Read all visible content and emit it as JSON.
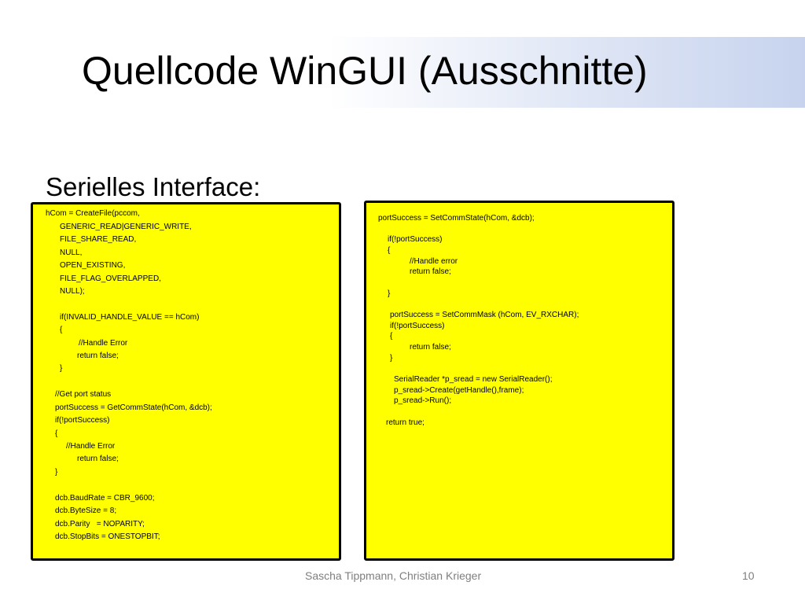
{
  "slide": {
    "title": "Quellcode WinGUI (Ausschnitte)",
    "subtitle": "Serielles Interface:",
    "footer_author": "Sascha Tippmann, Christian Krieger",
    "page_number": "10"
  },
  "code_left": [
    "hCom = CreateFile(pccom,",
    "GENERIC_READ|GENERIC_WRITE,",
    "FILE_SHARE_READ,",
    "NULL,",
    "OPEN_EXISTING,",
    "FILE_FLAG_OVERLAPPED,",
    "NULL);",
    "if(INVALID_HANDLE_VALUE == hCom)",
    "{",
    "//Handle Error",
    "return false;",
    "}",
    "//Get port status",
    "portSuccess = GetCommState(hCom, &dcb);",
    "if(!portSuccess)",
    "{",
    "//Handle Error",
    "return false;",
    "}",
    "dcb.BaudRate = CBR_9600;",
    "dcb.ByteSize = 8;",
    "dcb.Parity   = NOPARITY;",
    "dcb.StopBits = ONESTOPBIT;"
  ],
  "code_right": [
    "portSuccess = SetCommState(hCom, &dcb);",
    "if(!portSuccess)",
    "{",
    "//Handle error",
    "return false;",
    "}",
    "portSuccess = SetCommMask (hCom, EV_RXCHAR);",
    "if(!portSuccess)",
    "{",
    "return false;",
    "}",
    "SerialReader *p_sread = new SerialReader();",
    "p_sread->Create(getHandle(),frame);",
    "p_sread->Run();",
    "return true;"
  ]
}
